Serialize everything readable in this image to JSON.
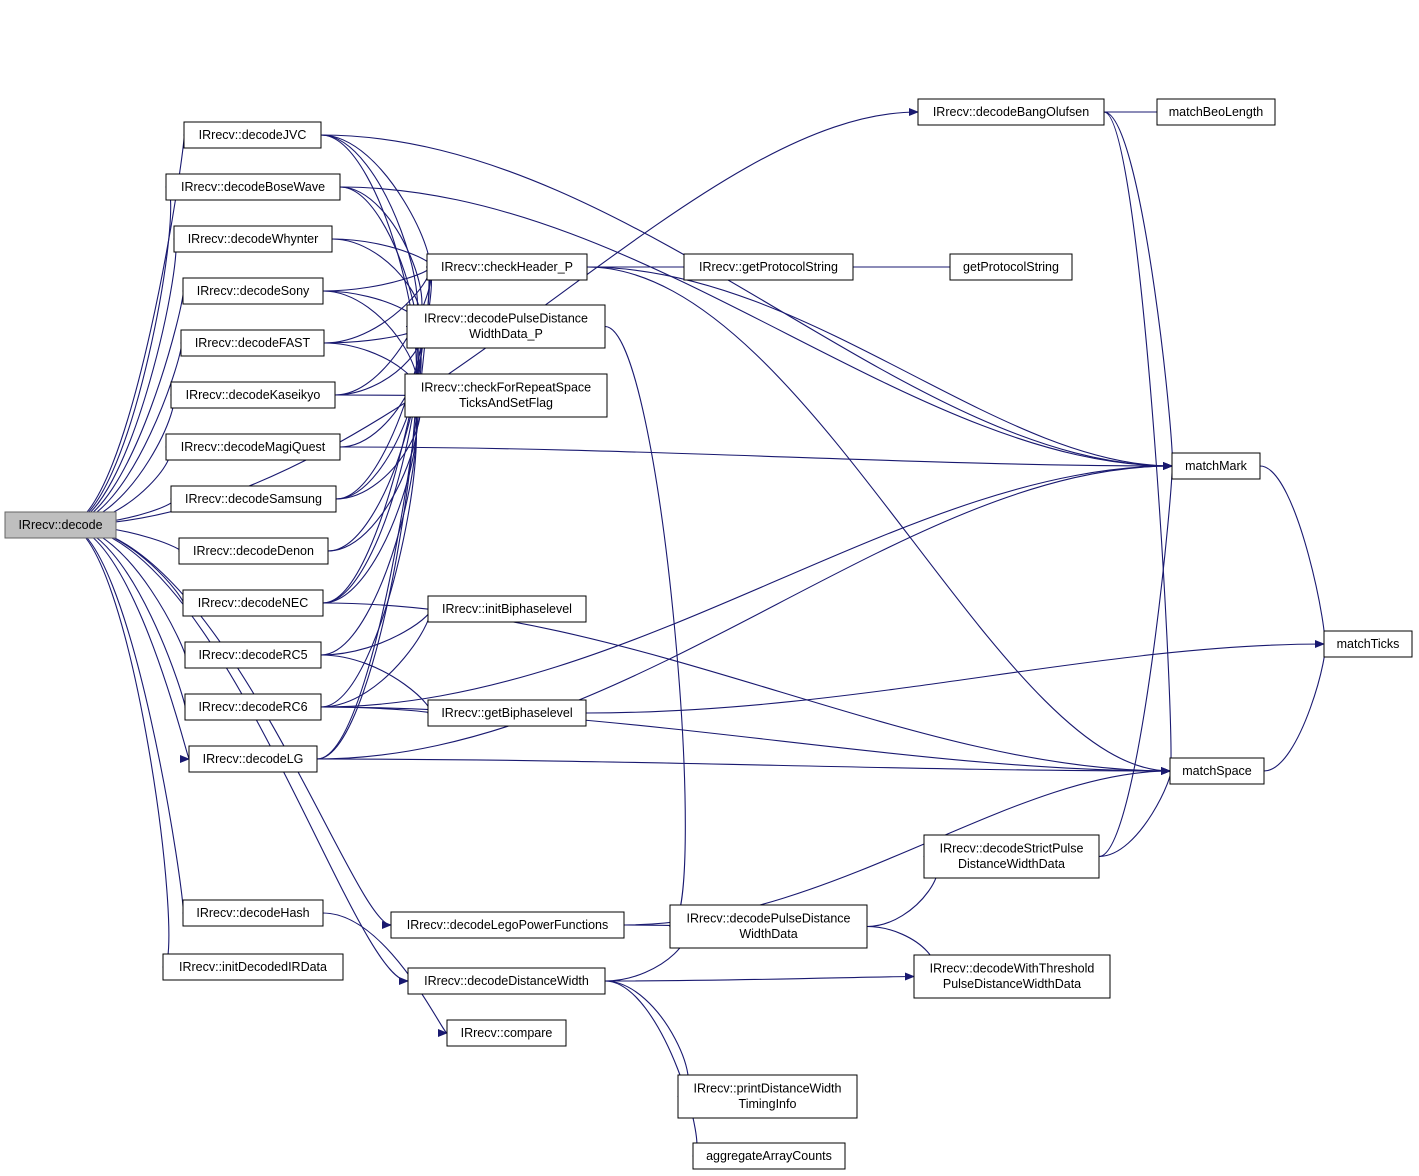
{
  "graph": {
    "type": "call-graph",
    "edge_color": "#191970",
    "root_fill": "#bfbfbf",
    "nodes": [
      {
        "id": "decode",
        "lines": [
          "IRrecv::decode"
        ],
        "root": true
      },
      {
        "id": "decodeJVC",
        "lines": [
          "IRrecv::decodeJVC"
        ]
      },
      {
        "id": "decodeBoseWave",
        "lines": [
          "IRrecv::decodeBoseWave"
        ]
      },
      {
        "id": "decodeWhynter",
        "lines": [
          "IRrecv::decodeWhynter"
        ]
      },
      {
        "id": "decodeSony",
        "lines": [
          "IRrecv::decodeSony"
        ]
      },
      {
        "id": "decodeFAST",
        "lines": [
          "IRrecv::decodeFAST"
        ]
      },
      {
        "id": "decodeKaseikyo",
        "lines": [
          "IRrecv::decodeKaseikyo"
        ]
      },
      {
        "id": "decodeMagiQuest",
        "lines": [
          "IRrecv::decodeMagiQuest"
        ]
      },
      {
        "id": "decodeSamsung",
        "lines": [
          "IRrecv::decodeSamsung"
        ]
      },
      {
        "id": "decodeDenon",
        "lines": [
          "IRrecv::decodeDenon"
        ]
      },
      {
        "id": "decodeNEC",
        "lines": [
          "IRrecv::decodeNEC"
        ]
      },
      {
        "id": "decodeRC5",
        "lines": [
          "IRrecv::decodeRC5"
        ]
      },
      {
        "id": "decodeRC6",
        "lines": [
          "IRrecv::decodeRC6"
        ]
      },
      {
        "id": "decodeLG",
        "lines": [
          "IRrecv::decodeLG"
        ]
      },
      {
        "id": "decodeHash",
        "lines": [
          "IRrecv::decodeHash"
        ]
      },
      {
        "id": "initDecodedIRData",
        "lines": [
          "IRrecv::initDecodedIRData"
        ]
      },
      {
        "id": "decodeLegoPowerFunctions",
        "lines": [
          "IRrecv::decodeLegoPowerFunctions"
        ]
      },
      {
        "id": "decodeDistanceWidth",
        "lines": [
          "IRrecv::decodeDistanceWidth"
        ]
      },
      {
        "id": "compare",
        "lines": [
          "IRrecv::compare"
        ]
      },
      {
        "id": "checkHeader_P",
        "lines": [
          "IRrecv::checkHeader_P"
        ]
      },
      {
        "id": "decodePulseDistanceWidthData_P",
        "lines": [
          "IRrecv::decodePulseDistance",
          "WidthData_P"
        ]
      },
      {
        "id": "checkForRepeatSpaceTicksAndSetFlag",
        "lines": [
          "IRrecv::checkForRepeatSpace",
          "TicksAndSetFlag"
        ]
      },
      {
        "id": "initBiphaselevel",
        "lines": [
          "IRrecv::initBiphaselevel"
        ]
      },
      {
        "id": "getBiphaselevel",
        "lines": [
          "IRrecv::getBiphaselevel"
        ]
      },
      {
        "id": "getProtocolString_m",
        "lines": [
          "IRrecv::getProtocolString"
        ]
      },
      {
        "id": "getProtocolString",
        "lines": [
          "getProtocolString"
        ]
      },
      {
        "id": "decodeBangOlufsen",
        "lines": [
          "IRrecv::decodeBangOlufsen"
        ]
      },
      {
        "id": "matchBeoLength",
        "lines": [
          "matchBeoLength"
        ]
      },
      {
        "id": "matchMark",
        "lines": [
          "matchMark"
        ]
      },
      {
        "id": "matchTicks",
        "lines": [
          "matchTicks"
        ]
      },
      {
        "id": "matchSpace",
        "lines": [
          "matchSpace"
        ]
      },
      {
        "id": "decodePulseDistanceWidthData",
        "lines": [
          "IRrecv::decodePulseDistance",
          "WidthData"
        ]
      },
      {
        "id": "decodeStrictPulseDistanceWidthData",
        "lines": [
          "IRrecv::decodeStrictPulse",
          "DistanceWidthData"
        ]
      },
      {
        "id": "decodeWithThresholdPulseDistanceWidthData",
        "lines": [
          "IRrecv::decodeWithThreshold",
          "PulseDistanceWidthData"
        ]
      },
      {
        "id": "printDistanceWidthTimingInfo",
        "lines": [
          "IRrecv::printDistanceWidth",
          "TimingInfo"
        ]
      },
      {
        "id": "aggregateArrayCounts",
        "lines": [
          "aggregateArrayCounts"
        ]
      }
    ],
    "edges": [
      [
        "decode",
        "decodeBangOlufsen"
      ],
      [
        "decode",
        "decodeJVC"
      ],
      [
        "decode",
        "decodeBoseWave"
      ],
      [
        "decode",
        "decodeWhynter"
      ],
      [
        "decode",
        "decodeSony"
      ],
      [
        "decode",
        "decodeFAST"
      ],
      [
        "decode",
        "decodeKaseikyo"
      ],
      [
        "decode",
        "decodeMagiQuest"
      ],
      [
        "decode",
        "decodeSamsung"
      ],
      [
        "decode",
        "decodeDenon"
      ],
      [
        "decode",
        "decodeNEC"
      ],
      [
        "decode",
        "decodeRC5"
      ],
      [
        "decode",
        "decodeRC6"
      ],
      [
        "decode",
        "decodeLG"
      ],
      [
        "decode",
        "decodeHash"
      ],
      [
        "decode",
        "initDecodedIRData"
      ],
      [
        "decode",
        "decodeLegoPowerFunctions"
      ],
      [
        "decode",
        "decodeDistanceWidth"
      ],
      [
        "decodeBangOlufsen",
        "matchBeoLength"
      ],
      [
        "decodeBangOlufsen",
        "matchMark"
      ],
      [
        "decodeBangOlufsen",
        "matchSpace"
      ],
      [
        "decodeJVC",
        "matchMark"
      ],
      [
        "decodeJVC",
        "checkHeader_P"
      ],
      [
        "decodeJVC",
        "decodePulseDistanceWidthData_P"
      ],
      [
        "decodeJVC",
        "checkForRepeatSpaceTicksAndSetFlag"
      ],
      [
        "decodeBoseWave",
        "matchMark"
      ],
      [
        "decodeBoseWave",
        "decodePulseDistanceWidthData_P"
      ],
      [
        "decodeBoseWave",
        "checkForRepeatSpaceTicksAndSetFlag"
      ],
      [
        "decodeWhynter",
        "checkHeader_P"
      ],
      [
        "decodeWhynter",
        "decodePulseDistanceWidthData_P"
      ],
      [
        "decodeSony",
        "checkHeader_P"
      ],
      [
        "decodeSony",
        "decodePulseDistanceWidthData_P"
      ],
      [
        "decodeSony",
        "checkForRepeatSpaceTicksAndSetFlag"
      ],
      [
        "decodeFAST",
        "checkHeader_P"
      ],
      [
        "decodeFAST",
        "decodePulseDistanceWidthData_P"
      ],
      [
        "decodeFAST",
        "checkForRepeatSpaceTicksAndSetFlag"
      ],
      [
        "decodeKaseikyo",
        "checkHeader_P"
      ],
      [
        "decodeKaseikyo",
        "decodePulseDistanceWidthData_P"
      ],
      [
        "decodeKaseikyo",
        "checkForRepeatSpaceTicksAndSetFlag"
      ],
      [
        "decodeMagiQuest",
        "matchMark"
      ],
      [
        "decodeMagiQuest",
        "decodePulseDistanceWidthData_P"
      ],
      [
        "decodeSamsung",
        "checkHeader_P"
      ],
      [
        "decodeSamsung",
        "decodePulseDistanceWidthData_P"
      ],
      [
        "decodeSamsung",
        "checkForRepeatSpaceTicksAndSetFlag"
      ],
      [
        "decodeDenon",
        "decodePulseDistanceWidthData_P"
      ],
      [
        "decodeDenon",
        "checkForRepeatSpaceTicksAndSetFlag"
      ],
      [
        "decodeNEC",
        "checkHeader_P"
      ],
      [
        "decodeNEC",
        "decodePulseDistanceWidthData_P"
      ],
      [
        "decodeNEC",
        "checkForRepeatSpaceTicksAndSetFlag"
      ],
      [
        "decodeNEC",
        "matchSpace"
      ],
      [
        "decodeRC5",
        "initBiphaselevel"
      ],
      [
        "decodeRC5",
        "getBiphaselevel"
      ],
      [
        "decodeRC5",
        "checkForRepeatSpaceTicksAndSetFlag"
      ],
      [
        "decodeRC6",
        "initBiphaselevel"
      ],
      [
        "decodeRC6",
        "getBiphaselevel"
      ],
      [
        "decodeRC6",
        "matchMark"
      ],
      [
        "decodeRC6",
        "matchSpace"
      ],
      [
        "decodeRC6",
        "checkForRepeatSpaceTicksAndSetFlag"
      ],
      [
        "decodeLG",
        "checkHeader_P"
      ],
      [
        "decodeLG",
        "decodePulseDistanceWidthData_P"
      ],
      [
        "decodeLG",
        "matchMark"
      ],
      [
        "decodeLG",
        "matchSpace"
      ],
      [
        "decodeHash",
        "compare"
      ],
      [
        "decodeLegoPowerFunctions",
        "decodePulseDistanceWidthData"
      ],
      [
        "decodeLegoPowerFunctions",
        "matchSpace"
      ],
      [
        "decodeDistanceWidth",
        "decodePulseDistanceWidthData"
      ],
      [
        "decodeDistanceWidth",
        "decodeWithThresholdPulseDistanceWidthData"
      ],
      [
        "decodeDistanceWidth",
        "printDistanceWidthTimingInfo"
      ],
      [
        "decodeDistanceWidth",
        "aggregateArrayCounts"
      ],
      [
        "checkHeader_P",
        "getProtocolString_m"
      ],
      [
        "checkHeader_P",
        "matchMark"
      ],
      [
        "checkHeader_P",
        "matchSpace"
      ],
      [
        "getProtocolString_m",
        "getProtocolString"
      ],
      [
        "decodePulseDistanceWidthData_P",
        "decodePulseDistanceWidthData"
      ],
      [
        "decodePulseDistanceWidthData",
        "decodeStrictPulseDistanceWidthData"
      ],
      [
        "decodePulseDistanceWidthData",
        "decodeWithThresholdPulseDistanceWidthData"
      ],
      [
        "decodeStrictPulseDistanceWidthData",
        "matchMark"
      ],
      [
        "decodeStrictPulseDistanceWidthData",
        "matchSpace"
      ],
      [
        "getBiphaselevel",
        "matchTicks"
      ],
      [
        "matchMark",
        "matchTicks"
      ],
      [
        "matchSpace",
        "matchTicks"
      ]
    ]
  }
}
